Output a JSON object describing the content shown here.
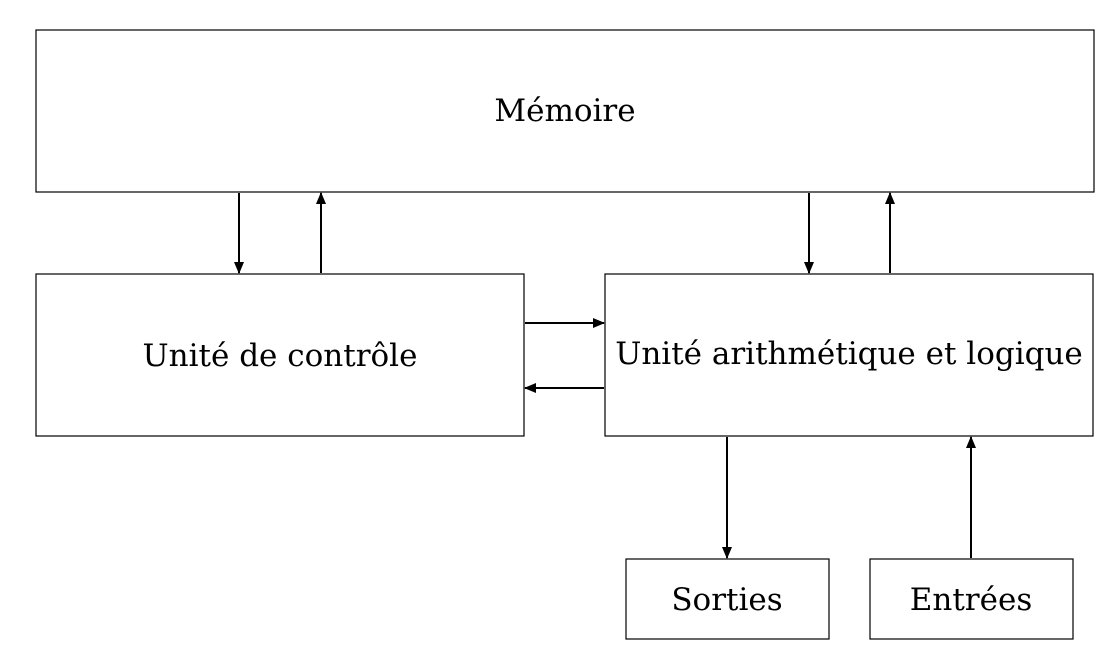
{
  "boxes": {
    "memoire": "Mémoire",
    "controle": "Unité de contrôle",
    "ual": "Unité arithmétique et logique",
    "sorties": "Sorties",
    "entrees": "Entrées"
  }
}
